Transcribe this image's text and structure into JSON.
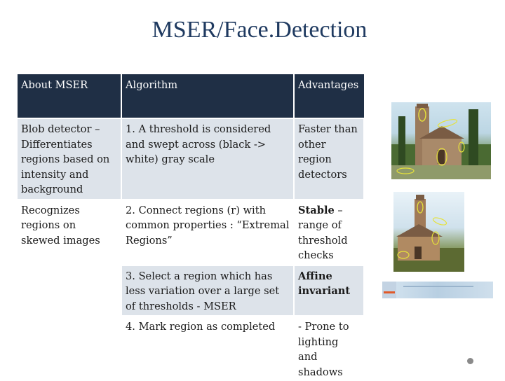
{
  "title": "MSER/Face.Detection",
  "table": {
    "headers": [
      "About MSER",
      "Algorithm",
      "Advantages"
    ],
    "rows": [
      {
        "about": "Blob detector – Differentiates regions based on intensity and background",
        "algorithm": "1. A threshold is considered and swept across (black -> white) gray scale",
        "advantage_strong": "",
        "advantage_rest": "Faster than other region detectors"
      },
      {
        "about": "Recognizes regions on skewed images",
        "algorithm": "2. Connect regions (r)  with common properties : “Extremal Regions”",
        "advantage_strong": "Stable",
        "advantage_rest": " – range of threshold checks"
      },
      {
        "about": "",
        "algorithm": "3. Select a region which has less variation over a large set of thresholds - MSER",
        "advantage_strong": "Affine invariant",
        "advantage_rest": ""
      },
      {
        "about": "",
        "algorithm": "4. Mark region as completed",
        "advantage_strong": "",
        "advantage_rest": "- Prone to lighting and shadows"
      }
    ]
  },
  "images": {
    "top_alt": "church-photo-with-mser-regions",
    "bottom_alt": "church-photo-with-mser-regions-skewed"
  },
  "colors": {
    "title": "#1f3a60",
    "header_bg": "#1f2f45",
    "band_bg": "#dde3ea",
    "ellipse": "#e6e23a"
  }
}
